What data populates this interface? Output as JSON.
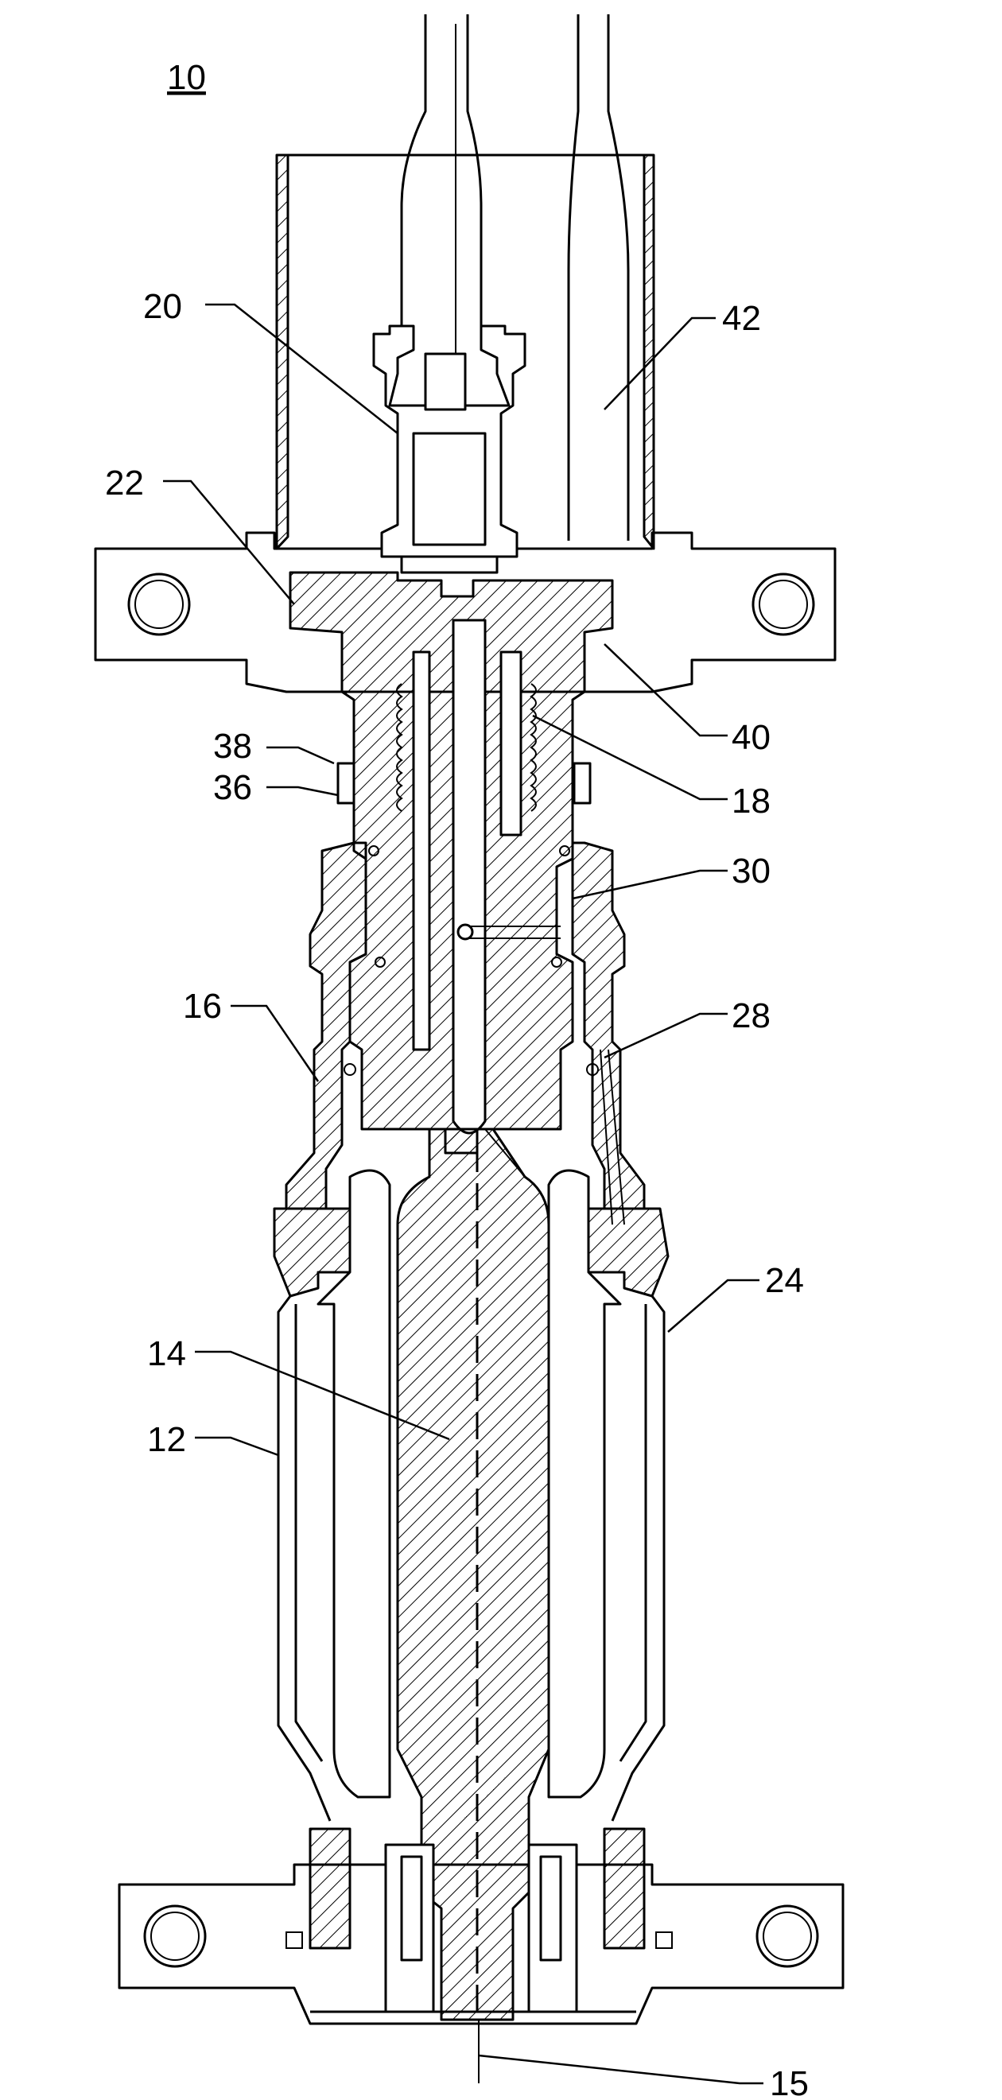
{
  "figure": {
    "number": "10"
  },
  "labels": {
    "l10": "10",
    "l12": "12",
    "l14": "14",
    "l15": "15",
    "l16": "16",
    "l18": "18",
    "l20": "20",
    "l22": "22",
    "l24": "24",
    "l28": "28",
    "l30": "30",
    "l36": "36",
    "l38": "38",
    "l40": "40",
    "l42": "42"
  }
}
